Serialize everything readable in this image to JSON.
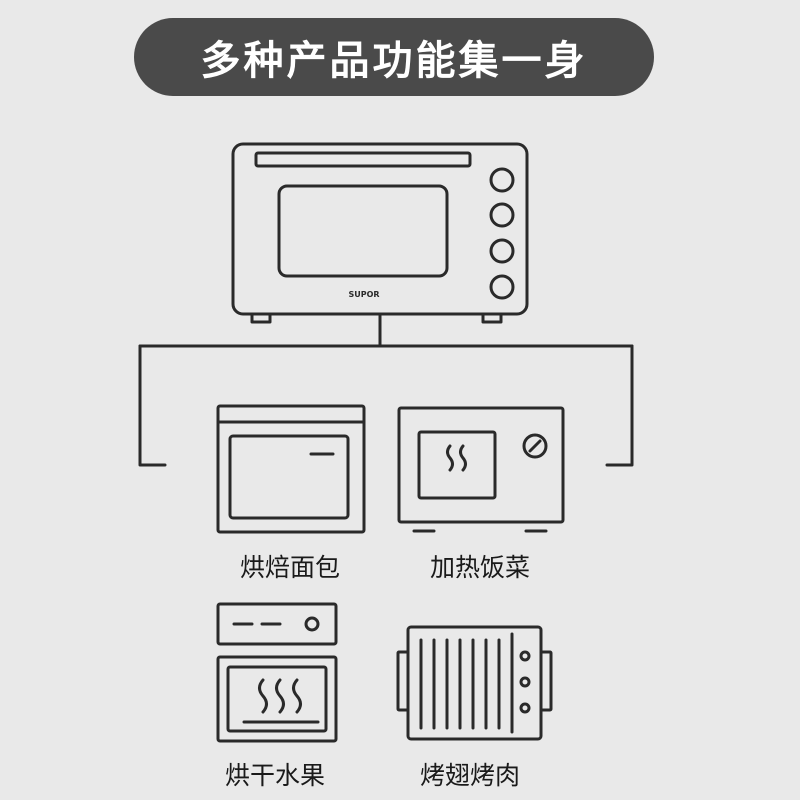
{
  "banner": {
    "title": "多种产品功能集一身"
  },
  "main_oven": {
    "brand": "SUPOR"
  },
  "functions": [
    {
      "label": "烘焙面包",
      "icon": "oven-bread-icon"
    },
    {
      "label": "加热饭菜",
      "icon": "microwave-icon"
    },
    {
      "label": "烘干水果",
      "icon": "dryer-icon"
    },
    {
      "label": "烤翅烤肉",
      "icon": "grill-icon"
    }
  ],
  "colors": {
    "background": "#e9e9e9",
    "banner": "#4a4a4a",
    "line": "#2a2a2a"
  }
}
